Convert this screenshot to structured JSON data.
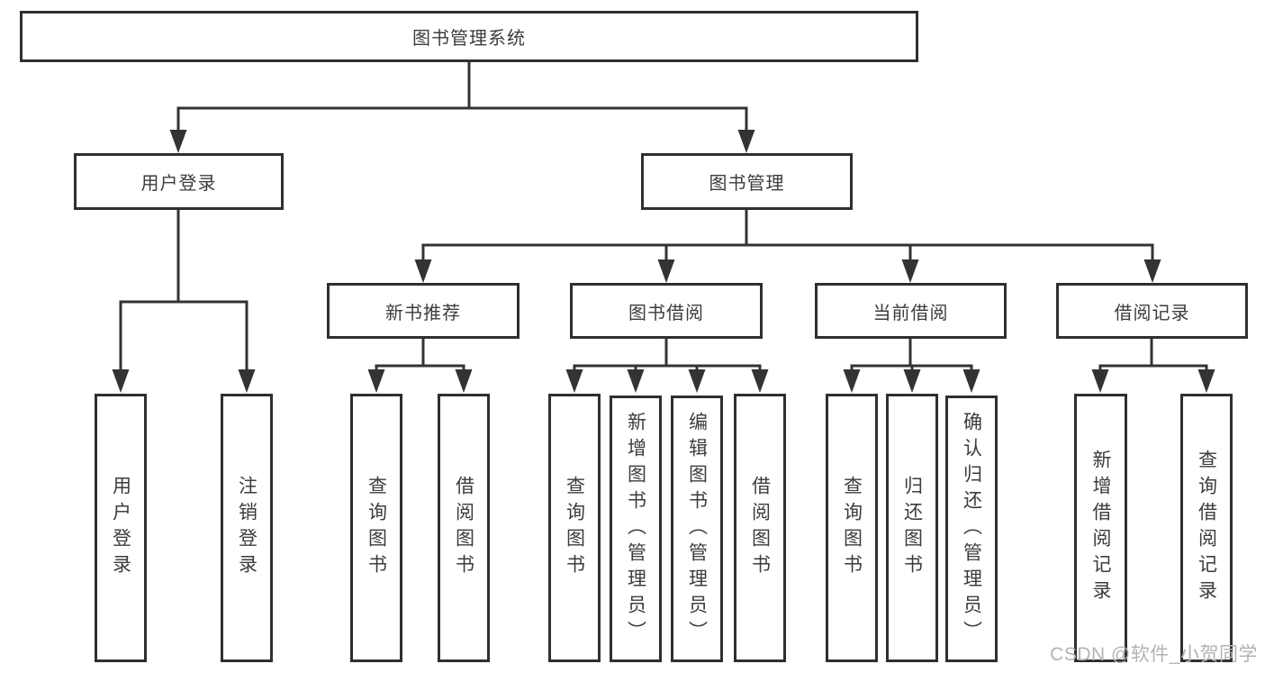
{
  "diagram_title": "图书管理系统",
  "nodes": {
    "root": "图书管理系统",
    "user_login": "用户登录",
    "book_management": "图书管理",
    "new_book_recommend": "新书推荐",
    "book_borrow": "图书借阅",
    "current_borrow": "当前借阅",
    "borrow_record": "借阅记录",
    "leaf_user_login": "用户登录",
    "leaf_logout": "注销登录",
    "leaf_query_book_1": "查询图书",
    "leaf_borrow_book_1": "借阅图书",
    "leaf_query_book_2": "查询图书",
    "leaf_add_book_admin": "新增图书（管理员）",
    "leaf_edit_book_admin": "编辑图书（管理员）",
    "leaf_borrow_book_2": "借阅图书",
    "leaf_query_book_3": "查询图书",
    "leaf_return_book": "归还图书",
    "leaf_confirm_return_admin": "确认归还（管理员）",
    "leaf_add_borrow_record": "新增借阅记录",
    "leaf_query_borrow_record": "查询借阅记录"
  },
  "watermark": "CSDN @软件_小贺同学",
  "colors": {
    "line": "#333333",
    "box_border": "#2f2f2f",
    "text": "#3c3c3c",
    "watermark": "#b3b3b3",
    "background": "#ffffff"
  }
}
